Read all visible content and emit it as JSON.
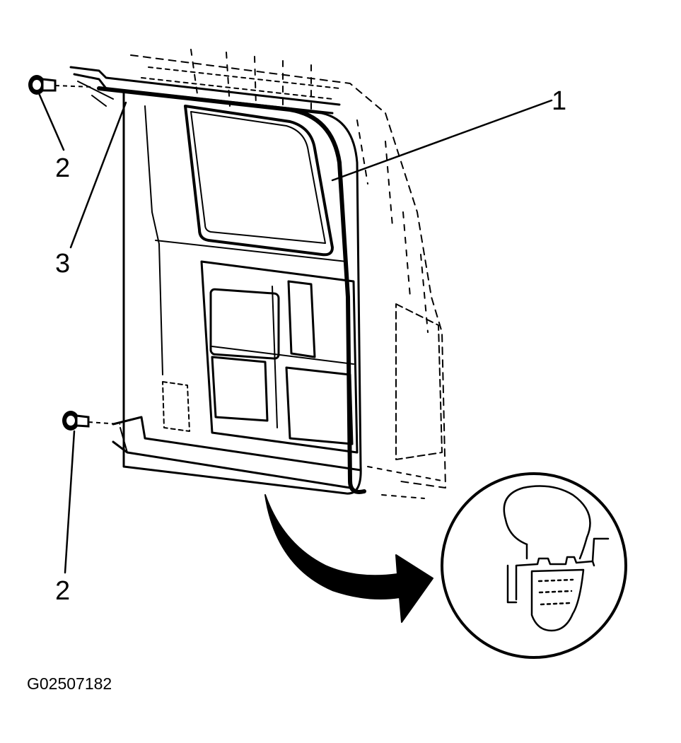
{
  "diagram": {
    "callouts": [
      {
        "id": "callout-1",
        "label": "1"
      },
      {
        "id": "callout-2-upper",
        "label": "2"
      },
      {
        "id": "callout-3",
        "label": "3"
      },
      {
        "id": "callout-2-lower",
        "label": "2"
      }
    ],
    "figure_id": "G02507182",
    "colors": {
      "ink": "#000000",
      "paper": "#ffffff"
    }
  }
}
